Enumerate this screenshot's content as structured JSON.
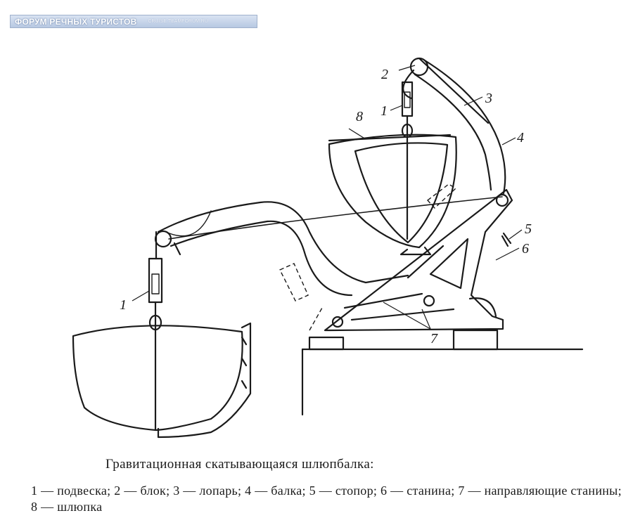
{
  "watermark": {
    "title": "ФОРУМ РЕЧНЫХ ТУРИСТОВ",
    "url": "CRUISE.TEAMFORUM.RU"
  },
  "callouts": {
    "n1_top": "1",
    "n2": "2",
    "n3": "3",
    "n4": "4",
    "n5": "5",
    "n6": "6",
    "n7": "7",
    "n8": "8",
    "n1_low": "1"
  },
  "caption": {
    "title": "Гравитационная скатывающаяся шлюпбалка:",
    "legend": "1 — подвеска; 2 — блок; 3 — лопарь; 4 — балка; 5 — стопор; 6 — станина; 7 — направляющие станины; 8 — шлюпка"
  }
}
